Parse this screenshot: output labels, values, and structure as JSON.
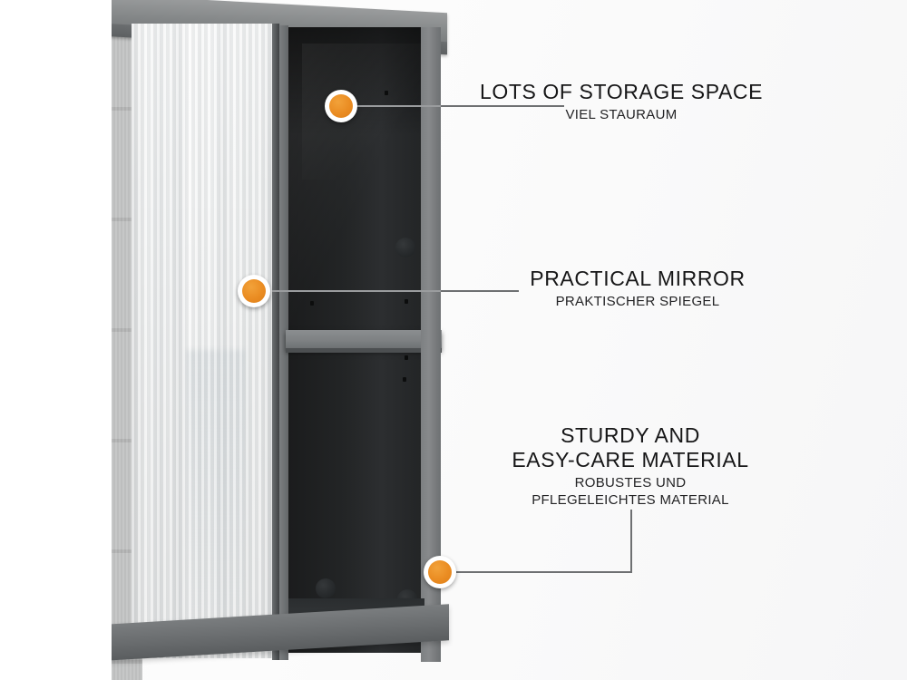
{
  "image": {
    "subject": "wall-mounted bathroom mirror cabinet",
    "accent_color": "#ea8c22",
    "text_color": "#161617",
    "leader_color": "#6e7072"
  },
  "callouts": [
    {
      "id": "storage",
      "marker_name": "callout-marker-storage",
      "title": "LOTS OF STORAGE SPACE",
      "subtitle": "VIEL STAURAUM"
    },
    {
      "id": "mirror",
      "marker_name": "callout-marker-mirror",
      "title": "PRACTICAL MIRROR",
      "subtitle": "PRAKTISCHER SPIEGEL"
    },
    {
      "id": "material",
      "marker_name": "callout-marker-material",
      "title_line1": "STURDY AND",
      "title_line2": "EASY-CARE MATERIAL",
      "subtitle_line1": "ROBUSTES UND",
      "subtitle_line2": "PFLEGELEICHTES MATERIAL"
    }
  ]
}
